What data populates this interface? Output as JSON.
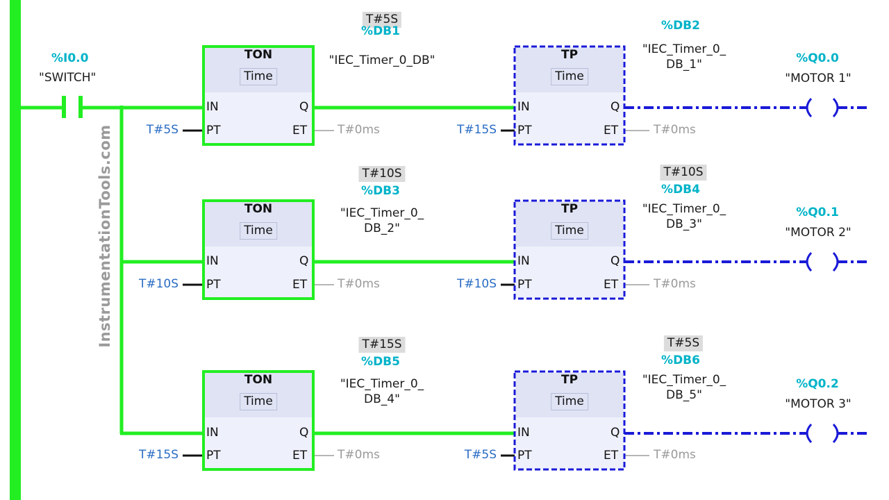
{
  "input": {
    "address": "%I0.0",
    "tag": "\"SWITCH\""
  },
  "watermark": "InstrumentationTools.com",
  "rungs": [
    {
      "ton": {
        "type": "TON",
        "sub": "Time",
        "chip": "T#5S",
        "db": "%DB1",
        "instance": [
          "\"IEC_Timer_0_DB\""
        ],
        "pins": {
          "in": "IN",
          "q": "Q",
          "pt": "PT",
          "et": "ET"
        },
        "pt": "T#5S",
        "et": "T#0ms"
      },
      "tp": {
        "type": "TP",
        "sub": "Time",
        "chip": "",
        "db": "%DB2",
        "instance": [
          "\"IEC_Timer_0_",
          "DB_1\""
        ],
        "pins": {
          "in": "IN",
          "q": "Q",
          "pt": "PT",
          "et": "ET"
        },
        "pt": "T#15S",
        "et": "T#0ms"
      },
      "coil": {
        "address": "%Q0.0",
        "tag": "\"MOTOR 1\""
      }
    },
    {
      "ton": {
        "type": "TON",
        "sub": "Time",
        "chip": "T#10S",
        "db": "%DB3",
        "instance": [
          "\"IEC_Timer_0_",
          "DB_2\""
        ],
        "pins": {
          "in": "IN",
          "q": "Q",
          "pt": "PT",
          "et": "ET"
        },
        "pt": "T#10S",
        "et": "T#0ms"
      },
      "tp": {
        "type": "TP",
        "sub": "Time",
        "chip": "T#10S",
        "db": "%DB4",
        "instance": [
          "\"IEC_Timer_0_",
          "DB_3\""
        ],
        "pins": {
          "in": "IN",
          "q": "Q",
          "pt": "PT",
          "et": "ET"
        },
        "pt": "T#10S",
        "et": "T#0ms"
      },
      "coil": {
        "address": "%Q0.1",
        "tag": "\"MOTOR 2\""
      }
    },
    {
      "ton": {
        "type": "TON",
        "sub": "Time",
        "chip": "T#15S",
        "db": "%DB5",
        "instance": [
          "\"IEC_Timer_0_",
          "DB_4\""
        ],
        "pins": {
          "in": "IN",
          "q": "Q",
          "pt": "PT",
          "et": "ET"
        },
        "pt": "T#15S",
        "et": "T#0ms"
      },
      "tp": {
        "type": "TP",
        "sub": "Time",
        "chip": "T#5S",
        "db": "%DB6",
        "instance": [
          "\"IEC_Timer_0_",
          "DB_5\""
        ],
        "pins": {
          "in": "IN",
          "q": "Q",
          "pt": "PT",
          "et": "ET"
        },
        "pt": "T#5S",
        "et": "T#0ms"
      },
      "coil": {
        "address": "%Q0.2",
        "tag": "\"MOTOR 3\""
      }
    }
  ],
  "colors": {
    "powered": "#22ee22",
    "unpowered": "#1a1ad8",
    "block_fill": "#eef0fb",
    "block_header": "#dfe3f4",
    "address": "#00b3c8",
    "param": "#2a6cc4",
    "muted": "#9a9a9a"
  }
}
